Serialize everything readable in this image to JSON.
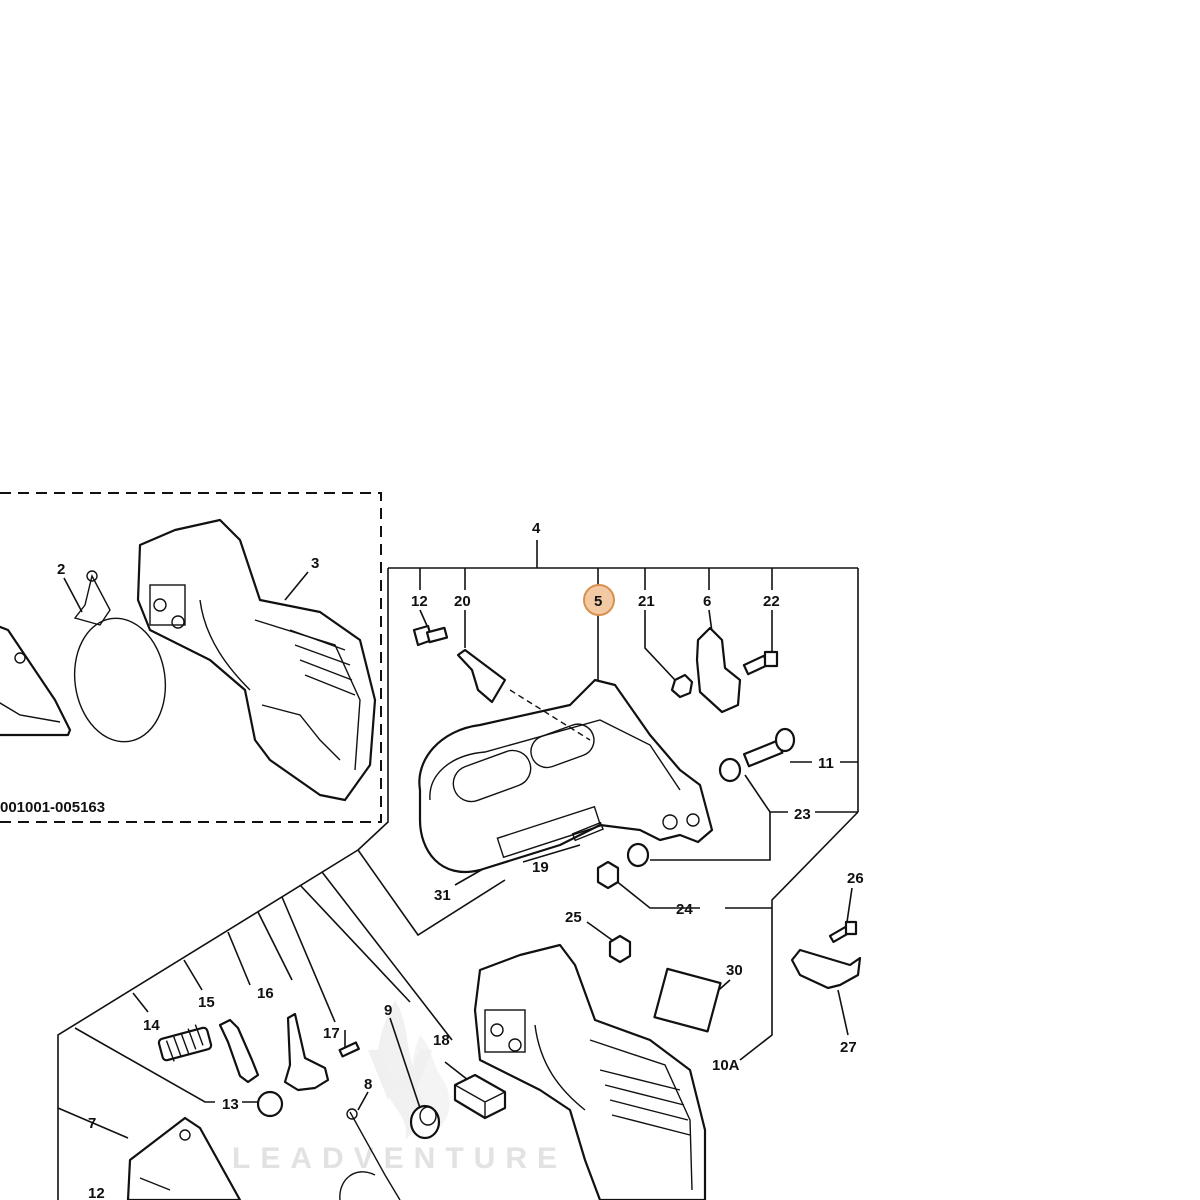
{
  "serial_range": "001001-005163",
  "highlighted_callout": "5",
  "highlight_color": "#f3c9a4",
  "highlight_stroke": "#d9904f",
  "watermark": "LEADVENTURE",
  "callouts": [
    "2",
    "3",
    "4",
    "5",
    "6",
    "7",
    "8",
    "9",
    "10A",
    "11",
    "12",
    "12",
    "13",
    "14",
    "15",
    "16",
    "17",
    "18",
    "19",
    "20",
    "21",
    "22",
    "23",
    "24",
    "25",
    "26",
    "27",
    "30",
    "31"
  ]
}
